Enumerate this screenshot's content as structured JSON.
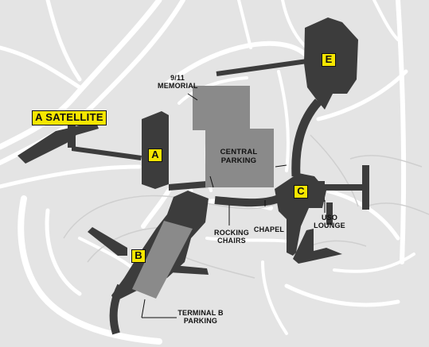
{
  "map": {
    "colors": {
      "background": "#e4e4e4",
      "road": "#ffffff",
      "terminal": "#3c3c3c",
      "parking": "#8a8a8a",
      "badge": "#f6e600"
    },
    "terminals": [
      {
        "id": "a",
        "label": "A"
      },
      {
        "id": "b",
        "label": "B"
      },
      {
        "id": "c",
        "label": "C"
      },
      {
        "id": "e",
        "label": "E"
      }
    ],
    "satellite_label": "A SATELLITE",
    "landmarks": {
      "memorial": [
        "9/11",
        "MEMORIAL"
      ],
      "central_parking": [
        "CENTRAL",
        "PARKING"
      ],
      "rocking_chairs": [
        "ROCKING",
        "CHAIRS"
      ],
      "chapel": [
        "CHAPEL"
      ],
      "uso_lounge": [
        "USO",
        "LOUNGE"
      ],
      "terminal_b_parking": [
        "TERMINAL B",
        "PARKING"
      ]
    }
  }
}
